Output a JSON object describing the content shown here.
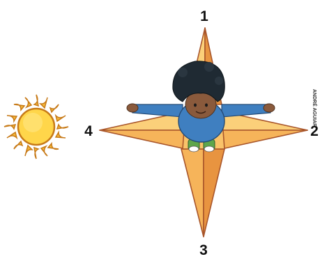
{
  "labels": {
    "top": "1",
    "right": "2",
    "bottom": "3",
    "left": "4"
  },
  "credit": "ANDRÉ AGUIAR",
  "colors": {
    "star_light": "#fbd07a",
    "star_mid": "#f6b45a",
    "star_dark": "#e89440",
    "star_outline": "#a8552a",
    "sun_core": "#ffd64a",
    "sun_ray": "#f4b93a",
    "sun_outline": "#c77a18",
    "shirt": "#3f7fc0",
    "skin": "#8a5a3c",
    "hair": "#1f2a33",
    "pants": "#5ea64b"
  },
  "icons": {
    "sun": "sun-icon",
    "star": "compass-star-icon",
    "child": "child-arms-outstretched-icon"
  }
}
